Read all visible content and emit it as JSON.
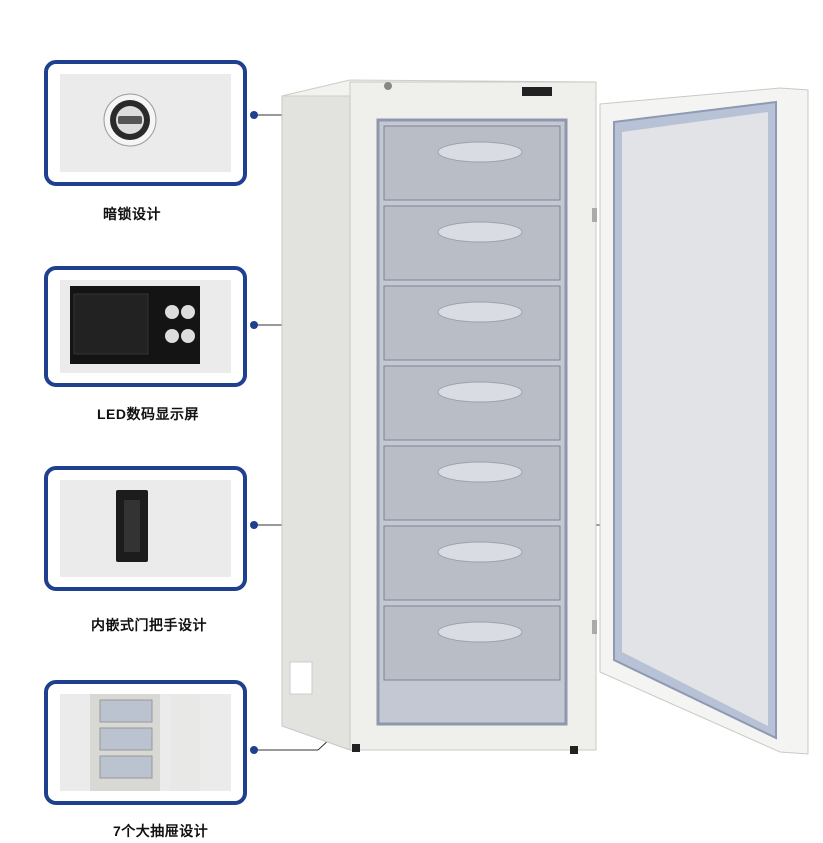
{
  "features": [
    {
      "caption": "暗锁设计",
      "icon": "lock-icon"
    },
    {
      "caption": "LED数码显示屏",
      "icon": "display-panel-icon"
    },
    {
      "caption": "内嵌式门把手设计",
      "icon": "door-handle-icon"
    },
    {
      "caption": "7个大抽屉设计",
      "icon": "drawer-icon"
    }
  ],
  "colors": {
    "accent": "#1f3f8f",
    "cabinet": "#ededea",
    "door_gasket": "#aab6cf"
  },
  "drawer_count": 7
}
